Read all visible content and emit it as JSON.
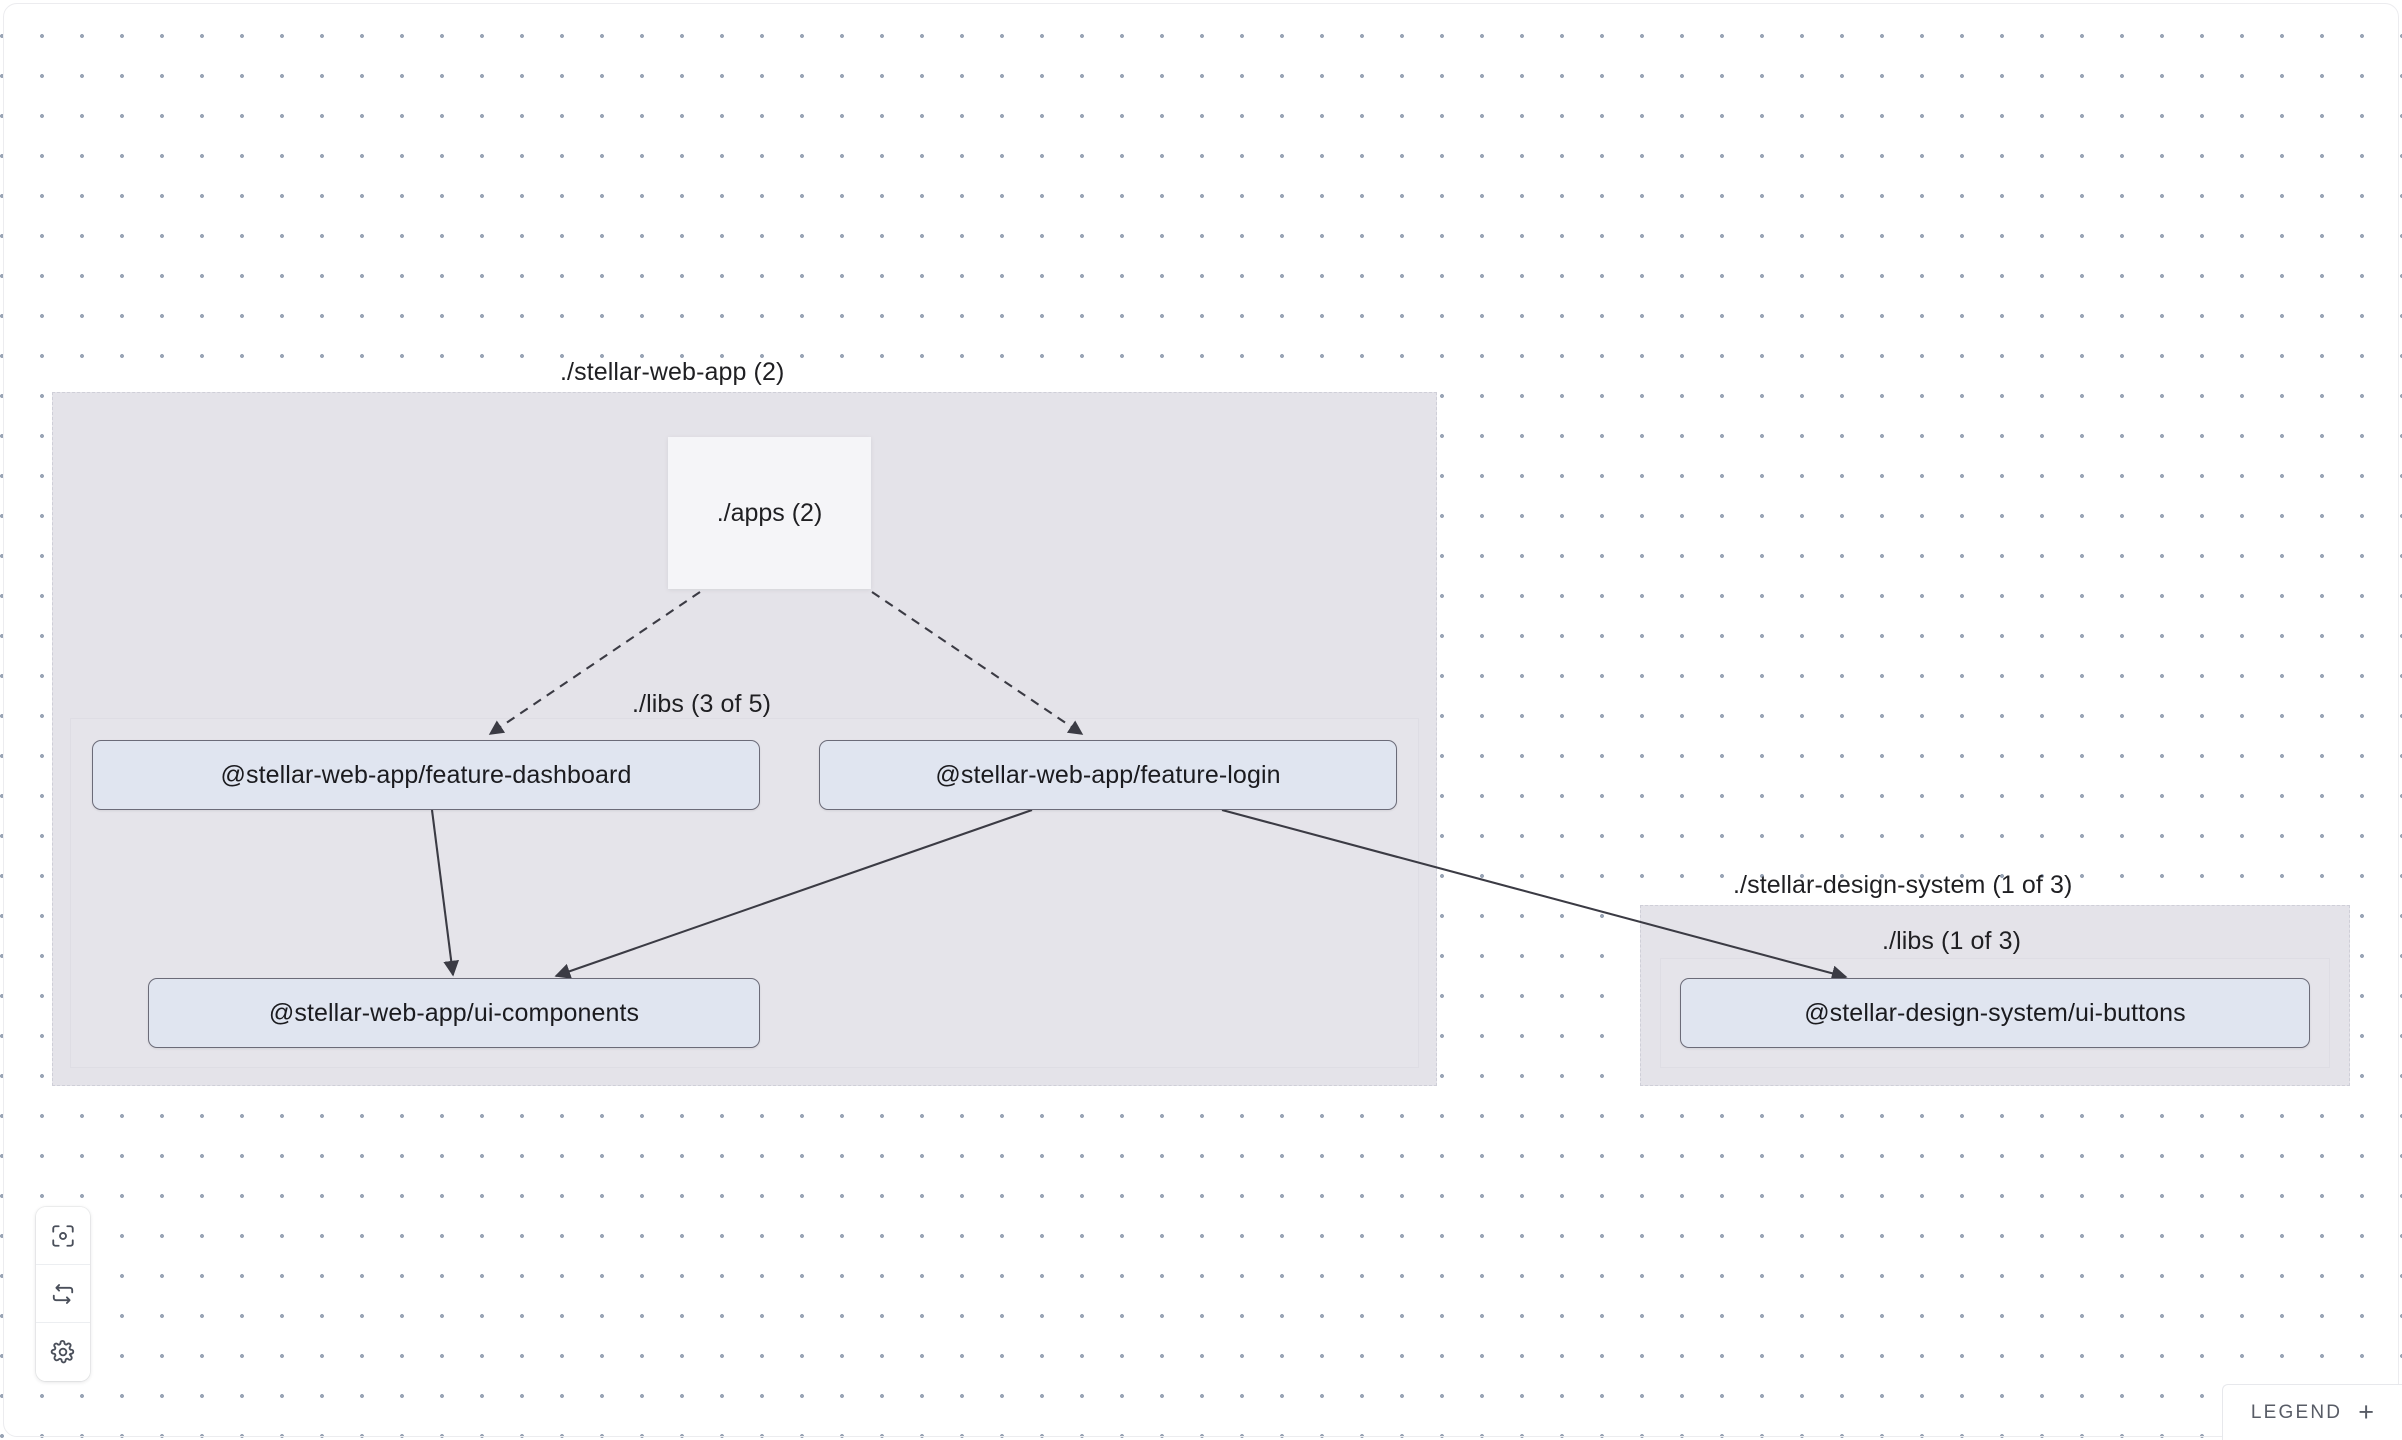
{
  "canvas": {
    "background_color": "#ffffff",
    "dot_color": "#9aa5b6"
  },
  "graph": {
    "groups": [
      {
        "id": "stellar-web-app",
        "label": "./stellar-web-app (2)",
        "type": "workspace-group",
        "fill": "#e4e3e9",
        "border": "#cfcfd8",
        "inner_groups": [
          {
            "id": "web-app-libs",
            "label": "./libs (3 of 5)",
            "type": "folder-group"
          }
        ],
        "folders": [
          {
            "id": "apps",
            "label": "./apps (2)",
            "type": "folder-node"
          }
        ]
      },
      {
        "id": "stellar-design-system",
        "label": "./stellar-design-system (1 of 3)",
        "type": "workspace-group",
        "fill": "#e4e3e9",
        "border": "#cfcfd8",
        "inner_groups": [
          {
            "id": "design-system-libs",
            "label": "./libs (1 of 3)",
            "type": "folder-group"
          }
        ],
        "folders": []
      }
    ],
    "nodes": [
      {
        "id": "feature-dashboard",
        "label": "@stellar-web-app/feature-dashboard",
        "group": "web-app-libs",
        "fill": "#e0e5f0",
        "border": "#6b6b78"
      },
      {
        "id": "feature-login",
        "label": "@stellar-web-app/feature-login",
        "group": "web-app-libs",
        "fill": "#e0e5f0",
        "border": "#6b6b78"
      },
      {
        "id": "ui-components",
        "label": "@stellar-web-app/ui-components",
        "group": "web-app-libs",
        "fill": "#e0e5f0",
        "border": "#6b6b78"
      },
      {
        "id": "ui-buttons",
        "label": "@stellar-design-system/ui-buttons",
        "group": "design-system-libs",
        "fill": "#e0e5f0",
        "border": "#6b6b78"
      }
    ],
    "edges": [
      {
        "from": "apps",
        "to": "feature-dashboard",
        "style": "dashed"
      },
      {
        "from": "apps",
        "to": "feature-login",
        "style": "dashed"
      },
      {
        "from": "feature-dashboard",
        "to": "ui-components",
        "style": "solid"
      },
      {
        "from": "feature-login",
        "to": "ui-components",
        "style": "solid"
      },
      {
        "from": "feature-login",
        "to": "ui-buttons",
        "style": "solid"
      }
    ],
    "edge_color": "#3b3b44"
  },
  "controls": {
    "buttons": [
      {
        "id": "focus",
        "icon": "focus-target-icon",
        "title": "Focus graph"
      },
      {
        "id": "refresh",
        "icon": "refresh-icon",
        "title": "Refresh graph"
      },
      {
        "id": "settings",
        "icon": "gear-icon",
        "title": "Settings"
      }
    ]
  },
  "legend": {
    "label": "LEGEND",
    "toggle": "+"
  }
}
